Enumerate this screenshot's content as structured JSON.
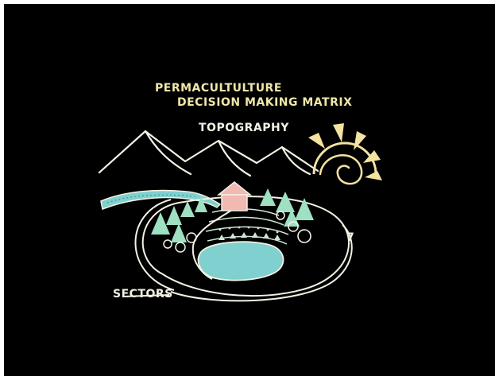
{
  "title": {
    "line1": "PERMACULTULTURE",
    "line2": "DECISION MAKING MATRIX"
  },
  "labels": {
    "topography": "TOPOGRAPHY",
    "sectors": "SECTORS",
    "marker": "7"
  },
  "colors": {
    "background": "#000000",
    "title_text": "#f1e7a8",
    "chalk_white": "#f3f1e4",
    "sun": "#f4e3a0",
    "house_wall": "#f2b8b2",
    "water": "#7fd0cf",
    "trees": "#9ee0c2",
    "field": "#cfe7d5"
  },
  "icons": [
    "mountain-icon",
    "sun-icon",
    "house-icon",
    "tree-icon",
    "pond-icon",
    "river-icon"
  ]
}
